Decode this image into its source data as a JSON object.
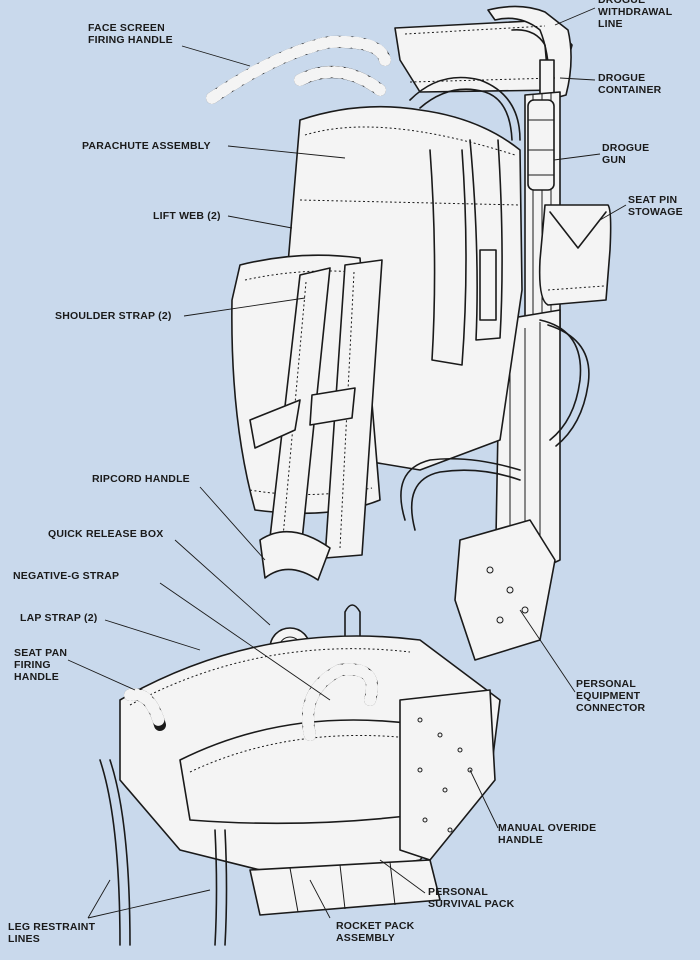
{
  "diagram": {
    "callouts": [
      {
        "id": "drogue-withdrawal-line",
        "text": "DROGUE\nWITHDRAWAL\nLINE"
      },
      {
        "id": "face-screen-firing-handle",
        "text": "FACE SCREEN\nFIRING HANDLE"
      },
      {
        "id": "drogue-container",
        "text": "DROGUE\nCONTAINER"
      },
      {
        "id": "parachute-assembly",
        "text": "PARACHUTE ASSEMBLY"
      },
      {
        "id": "drogue-gun",
        "text": "DROGUE\nGUN"
      },
      {
        "id": "seat-pin-stowage",
        "text": "SEAT PIN\nSTOWAGE"
      },
      {
        "id": "lift-web",
        "text": "LIFT WEB (2)"
      },
      {
        "id": "shoulder-strap",
        "text": "SHOULDER STRAP (2)"
      },
      {
        "id": "ripcord-handle",
        "text": "RIPCORD HANDLE"
      },
      {
        "id": "quick-release-box",
        "text": "QUICK RELEASE BOX"
      },
      {
        "id": "negative-g-strap",
        "text": "NEGATIVE-G STRAP"
      },
      {
        "id": "lap-strap",
        "text": "LAP STRAP (2)"
      },
      {
        "id": "seat-pan-firing-handle",
        "text": "SEAT PAN\nFIRING\nHANDLE"
      },
      {
        "id": "personal-equipment-connector",
        "text": "PERSONAL\nEQUIPMENT\nCONNECTOR"
      },
      {
        "id": "manual-override-handle",
        "text": "MANUAL OVERIDE\nHANDLE"
      },
      {
        "id": "personal-survival-pack",
        "text": "PERSONAL\nSURVIVAL PACK"
      },
      {
        "id": "leg-restraint-lines",
        "text": "LEG RESTRAINT\nLINES"
      },
      {
        "id": "rocket-pack-assembly",
        "text": "ROCKET PACK\nASSEMBLY"
      }
    ],
    "colors": {
      "background": "#c9d9ec",
      "line": "#1a1a1a",
      "part_fill": "#f4f4f4"
    }
  }
}
